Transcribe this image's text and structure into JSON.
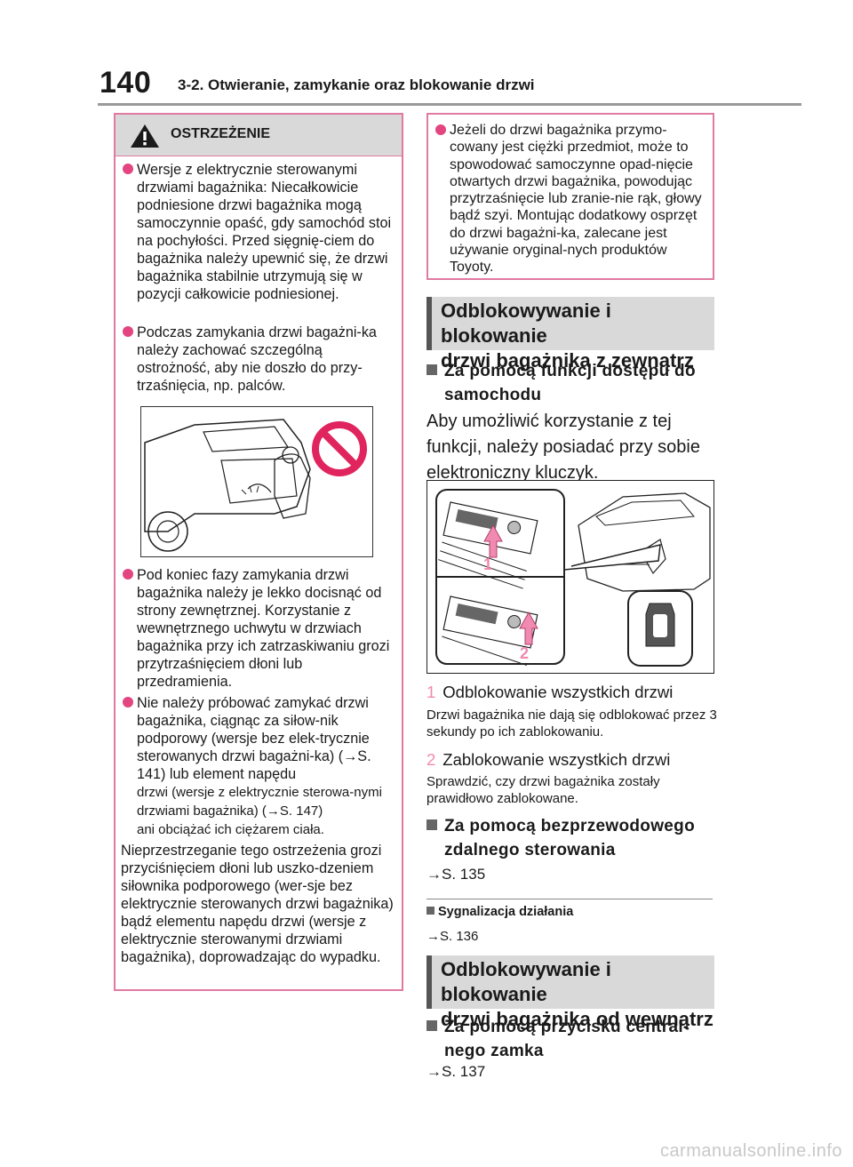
{
  "header": {
    "page_number": "140",
    "section_title": "3-2. Otwieranie, zamykanie oraz blokowanie drzwi"
  },
  "warning": {
    "title": "OSTRZEŻENIE",
    "items": [
      "Wersje z elektrycznie sterowanymi drzwiami bagażnika: Niecałkowicie podniesione drzwi bagażnika mogą samoczynnie opaść, gdy samochód stoi na pochyłości. Przed sięgnię-ciem do bagażnika należy upewnić się, że drzwi bagażnika stabilnie utrzymują się w pozycji całkowicie podniesionej.",
      "Podczas zamykania drzwi bagażni-ka należy zachować szczególną ostrożność, aby nie doszło do przy-trzaśnięcia, np. palców.",
      "Pod koniec fazy zamykania drzwi bagażnika należy je lekko docisnąć od strony zewnętrznej. Korzystanie z wewnętrznego uchwytu w drzwiach bagażnika przy ich zatrzaskiwaniu grozi przytrzaśnięciem dłoni lub przedramienia."
    ],
    "item4_main": "Nie należy próbować zamykać drzwi bagażnika, ciągnąc za siłow-nik podporowy (wersje bez elek-trycznie sterowanych drzwi bagażni-ka) (→S. 141) lub element napędu",
    "item4_small": "drzwi (wersje z elektrycznie sterowa-nymi drzwiami bagażnika) (→S. 147)",
    "item4_end": "ani obciążać ich ciężarem ciała.",
    "closing": "Nieprzestrzeganie tego ostrzeżenia grozi przyciśnięciem dłoni lub uszko-dzeniem siłownika podporowego (wer-sje bez elektrycznie sterowanych drzwi bagażnika) bądź elementu napędu drzwi (wersje z elektrycznie sterowanymi drzwiami bagażnika), doprowadzając do wypadku."
  },
  "note": {
    "text": "Jeżeli do drzwi bagażnika przymo-cowany jest ciężki przedmiot, może to spowodować samoczynne opad-nięcie otwartych drzwi bagażnika, powodując przytrzaśnięcie lub zranie-nie rąk, głowy bądź szyi. Montując dodatkowy osprzęt do drzwi bagażni-ka, zalecane jest używanie oryginal-nych produktów Toyoty."
  },
  "band1": {
    "line1": "Odblokowywanie i blokowanie",
    "line2": "drzwi bagażnika z zewnątrz"
  },
  "sub1": {
    "title": "Za pomocą funkcji dostępu do samochodu"
  },
  "sub1_body": "Aby umożliwić korzystanie z tej funkcji, należy posiadać przy sobie elektroniczny kluczyk.",
  "step1": {
    "num": "1",
    "label": "Odblokowanie wszystkich drzwi",
    "desc": "Drzwi bagażnika nie dają się odblokować przez 3 sekundy po ich zablokowaniu."
  },
  "step2": {
    "num": "2",
    "label": "Zablokowanie wszystkich drzwi",
    "desc": "Sprawdzić, czy drzwi bagażnika zostały prawidłowo zablokowane."
  },
  "sub2": {
    "title": "Za pomocą bezprzewodowego zdalnego sterowania",
    "ref": "→S. 135"
  },
  "small_sub": {
    "title": "Sygnalizacja działania",
    "ref": "→S. 136"
  },
  "band2": {
    "line1": "Odblokowywanie i blokowanie",
    "line2": "drzwi bagażnika od wewnątrz"
  },
  "sub3": {
    "title": "Za pomocą przycisku central-nego zamka",
    "ref": "→S. 137"
  },
  "illustration_labels": {
    "a": "1",
    "b": "2"
  },
  "footer": {
    "url": "carmanualsonline.info"
  },
  "colors": {
    "accent_pink": "#e2457f",
    "warning_border": "#e07aa0",
    "band_gray": "#d9d9d9",
    "prohibit_red": "#e0245e"
  }
}
